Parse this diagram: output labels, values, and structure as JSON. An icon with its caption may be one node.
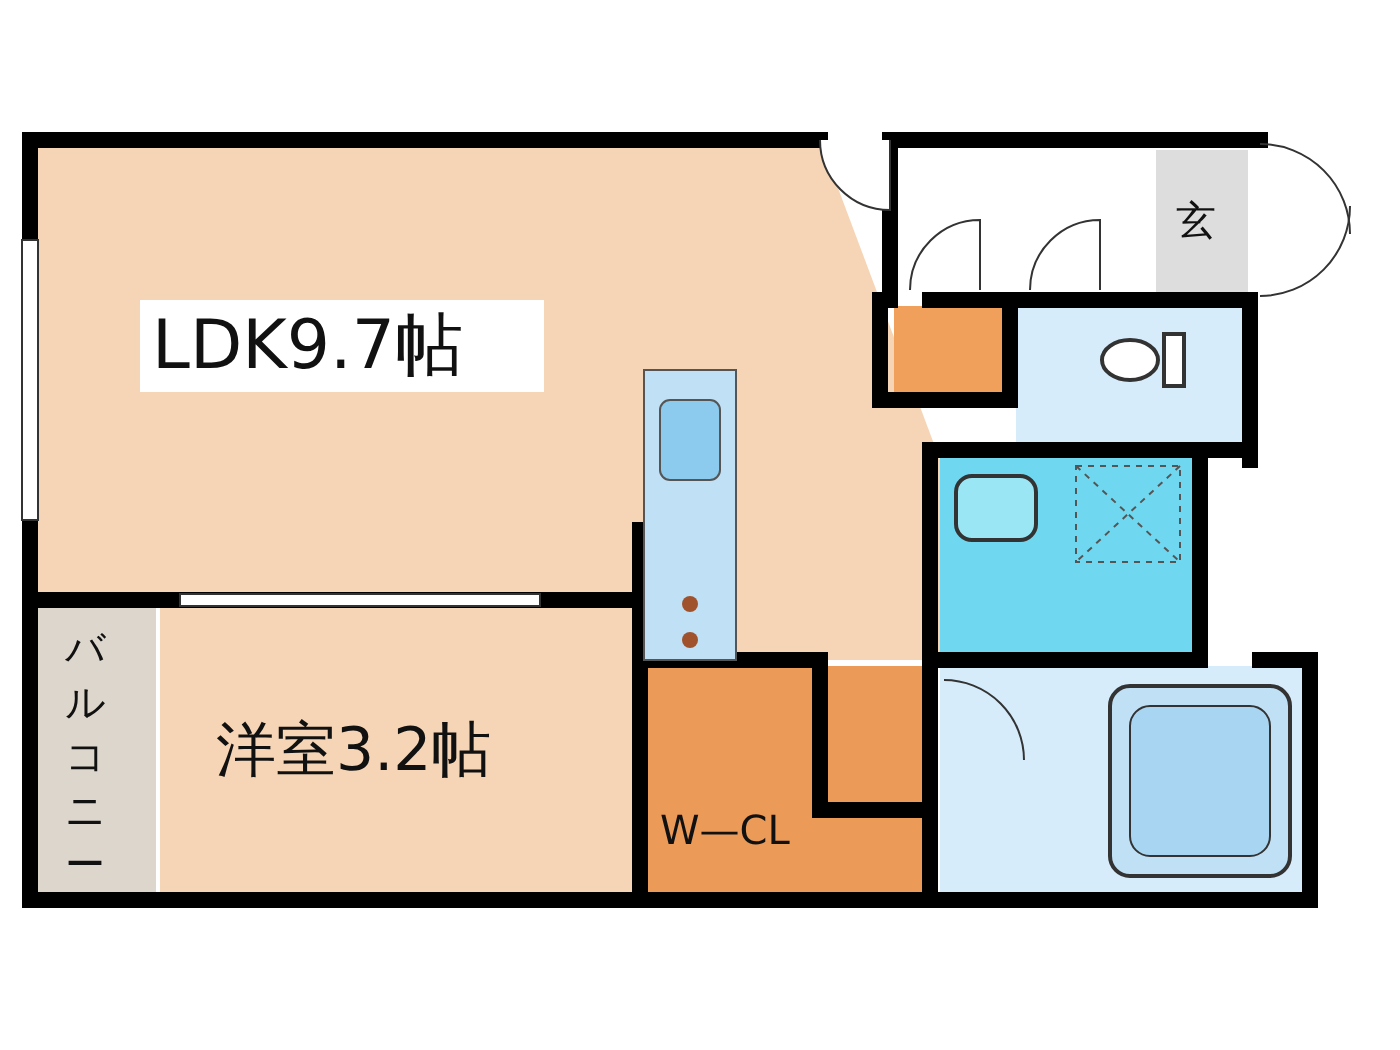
{
  "diagram": {
    "nodes": [
      {
        "text": [
          "LDK9.7帖"
        ]
      },
      {
        "text": [
          "玄"
        ]
      },
      {
        "text": [],
        "shape": "box"
      },
      {
        "text": [],
        "shape": "box"
      },
      {
        "text": [],
        "shape": "box"
      },
      {
        "text": [
          "バルコニー"
        ]
      },
      {
        "text": [
          "洋室3.2帖"
        ]
      },
      {
        "text": [
          "W—CL"
        ]
      },
      {
        "text": [],
        "shape": "box"
      }
    ]
  }
}
